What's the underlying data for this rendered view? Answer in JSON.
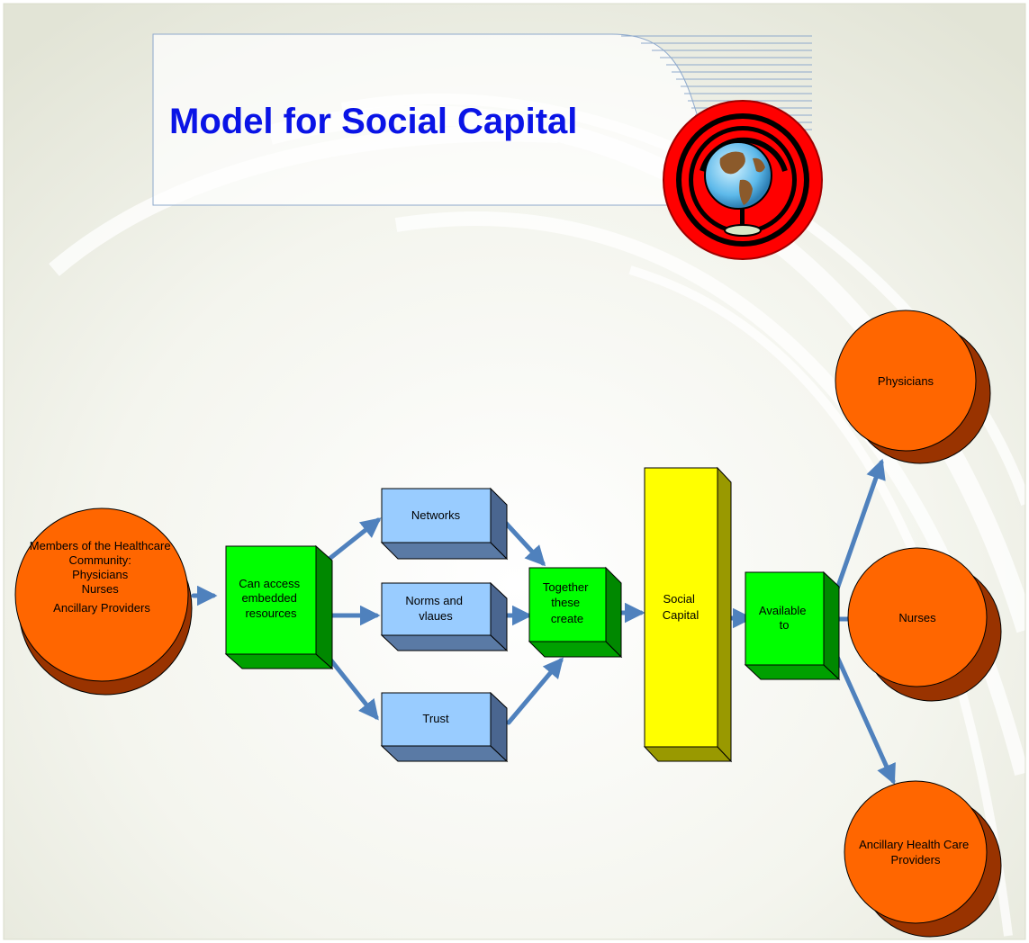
{
  "title": "Model for Social Capital",
  "colors": {
    "title": "#0a14e6",
    "orange": "#ff6600",
    "orange_shadow": "#993300",
    "green": "#00ff00",
    "blue_box": "#99ccff",
    "blue_shadow": "#4f6f99",
    "yellow": "#ffff00",
    "yellow_shadow": "#999900",
    "arrow": "#4f81bd",
    "globe_ring": "#ff0000"
  },
  "nodes": {
    "members": {
      "line1": "Members of the Healthcare",
      "line2": "Community:",
      "line3": "Physicians",
      "line4": "Nurses",
      "line5": "Ancillary Providers"
    },
    "access": {
      "line1": "Can access",
      "line2": "embedded",
      "line3": "resources"
    },
    "networks": {
      "line1": "Networks"
    },
    "norms": {
      "line1": "Norms and",
      "line2": "vlaues"
    },
    "trust": {
      "line1": "Trust"
    },
    "together": {
      "line1": "Together",
      "line2": "these",
      "line3": "create"
    },
    "social_capital": {
      "line1": "Social",
      "line2": "Capital"
    },
    "available": {
      "line1": "Available",
      "line2": "to"
    },
    "physicians": {
      "line1": "Physicians"
    },
    "nurses": {
      "line1": "Nurses"
    },
    "ancillary": {
      "line1": "Ancillary Health Care",
      "line2": "Providers"
    }
  }
}
